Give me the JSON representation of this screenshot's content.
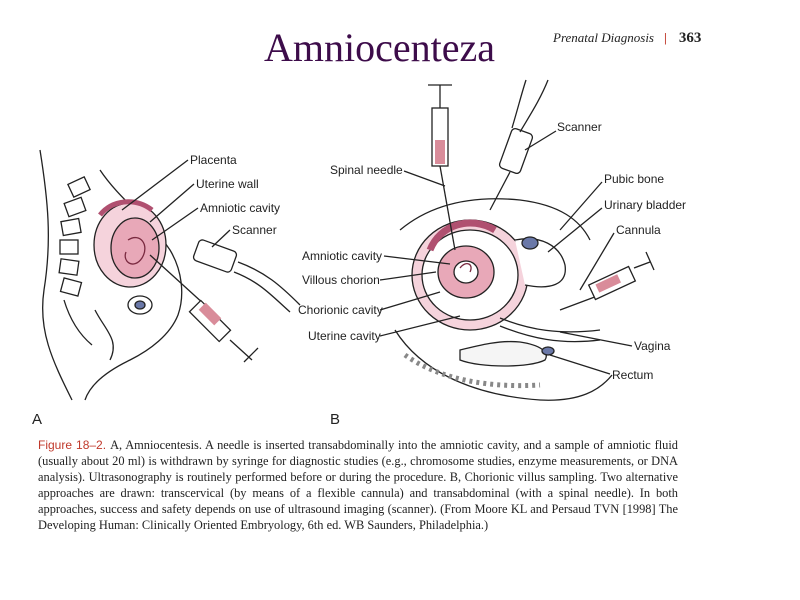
{
  "slide_title": "Amniocenteza",
  "page_header": {
    "section": "Prenatal Diagnosis",
    "page_number": "363"
  },
  "figure_a": {
    "panel_label": "A",
    "labels": [
      "Placenta",
      "Uterine wall",
      "Amniotic cavity",
      "Scanner"
    ]
  },
  "figure_b": {
    "panel_label": "B",
    "labels": [
      "Spinal needle",
      "Scanner",
      "Pubic bone",
      "Urinary bladder",
      "Cannula",
      "Amniotic cavity",
      "Villous chorion",
      "Chorionic cavity",
      "Uterine cavity",
      "Vagina",
      "Rectum"
    ]
  },
  "caption": {
    "figure_number": "Figure 18–2.",
    "text": "A, Amniocentesis. A needle is inserted transabdominally into the amniotic cavity, and a sample of amniotic fluid (usually about 20 ml) is withdrawn by syringe for diagnostic studies (e.g., chromosome studies, enzyme measurements, or DNA analysis). Ultrasonography is routinely performed before or during the procedure. B, Chorionic villus sampling. Two alternative approaches are drawn: transcervical (by means of a flexible cannula) and transabdominal (with a spinal needle). In both approaches, success and safety depends on use of ultrasound imaging (scanner). (From Moore KL and Persaud TVN [1998] The Developing Human: Clinically Oriented Embryology, 6th ed. WB Saunders, Philadelphia.)"
  },
  "colors": {
    "title": "#3d0c4a",
    "accent": "#c0392b",
    "tissue": "#e8a8b8"
  }
}
